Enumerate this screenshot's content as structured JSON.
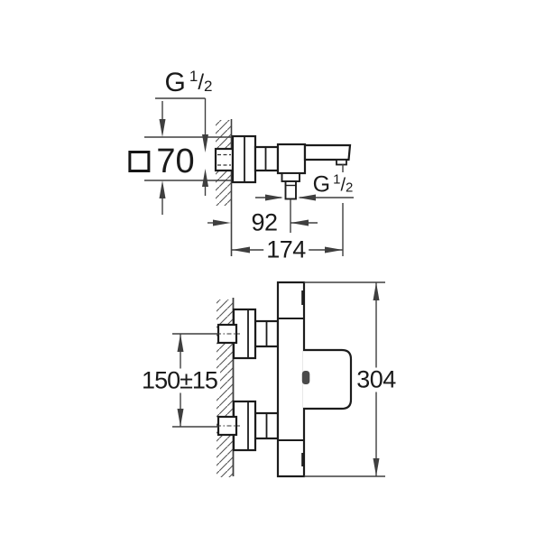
{
  "labels": {
    "thread_top": {
      "g": "G",
      "num": "1",
      "slash": "/",
      "den": "2"
    },
    "thread_bottom": {
      "g": "G",
      "num": "1",
      "slash": "/",
      "den": "2"
    },
    "flange_square": {
      "value": "70"
    },
    "dim_wall_to_outlet": "92",
    "dim_wall_to_spout_tip": "174",
    "dim_connection_spacing": "150±15",
    "dim_total_height": "304"
  },
  "colors": {
    "background": "#ffffff",
    "object_line": "#1c1c1c",
    "dim_line": "#3f3f3f",
    "hatch_line": "#555555",
    "text": "#1a1a1a",
    "logo_mark": "#4a4a4a"
  }
}
